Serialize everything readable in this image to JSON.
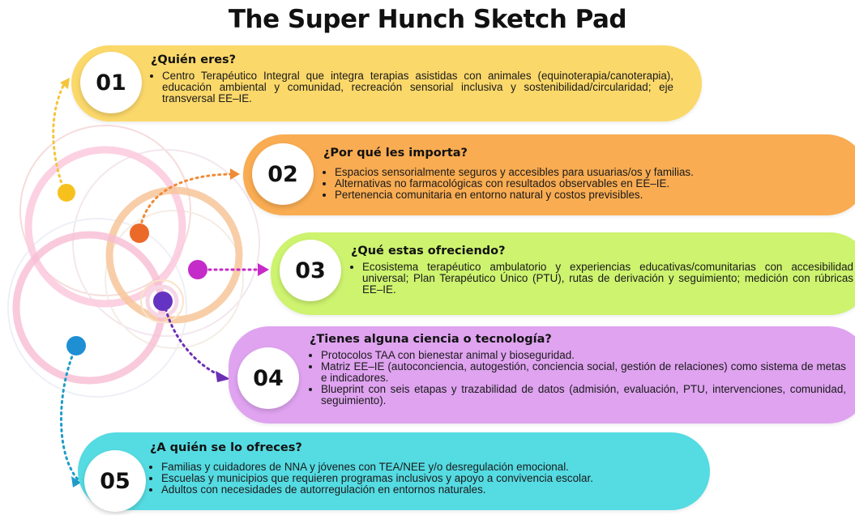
{
  "title": "The Super Hunch Sketch Pad",
  "colors": {
    "section1": "#fbd86a",
    "section2": "#f9ac52",
    "section3": "#cdf36f",
    "section4": "#dfa3f0",
    "section5": "#55dbe2"
  },
  "sections": [
    {
      "number": "01",
      "heading": "¿Quién eres?",
      "items": [
        "Centro Terapéutico Integral que integra terapias asistidas con animales (equinoterapia/canoterapia), educación ambiental y comunidad, recreación sensorial inclusiva y sostenibilidad/circularidad; eje transversal EE–IE."
      ]
    },
    {
      "number": "02",
      "heading": "¿Por qué les importa?",
      "items": [
        "Espacios sensorialmente seguros y accesibles para usuarias/os y familias.",
        "Alternativas no farmacológicas con resultados observables en EE–IE.",
        "Pertenencia comunitaria en entorno natural y costos previsibles."
      ]
    },
    {
      "number": "03",
      "heading": "¿Qué estas ofreciendo?",
      "items": [
        "Ecosistema terapéutico ambulatorio y experiencias educativas/comunitarias con accesibilidad universal; Plan Terapéutico Único (PTU), rutas de derivación y seguimiento; medición con rúbricas EE–IE."
      ]
    },
    {
      "number": "04",
      "heading": "¿Tienes alguna ciencia o tecnología?",
      "items": [
        "Protocolos TAA con bienestar animal y bioseguridad.",
        "Matriz EE–IE (autoconciencia, autogestión, conciencia social, gestión de relaciones) como sistema de metas e indicadores.",
        "Blueprint con seis etapas y trazabilidad de datos (admisión, evaluación, PTU, intervenciones, comunidad, seguimiento)."
      ]
    },
    {
      "number": "05",
      "heading": "¿A quién se lo ofreces?",
      "items": [
        "Familias y cuidadores de NNA y jóvenes con TEA/NEE y/o desregulación emocional.",
        "Escuelas y municipios que requieren programas inclusivos y apoyo a convivencia escolar.",
        "Adultos con necesidades de autorregulación en entornos naturales."
      ]
    }
  ]
}
